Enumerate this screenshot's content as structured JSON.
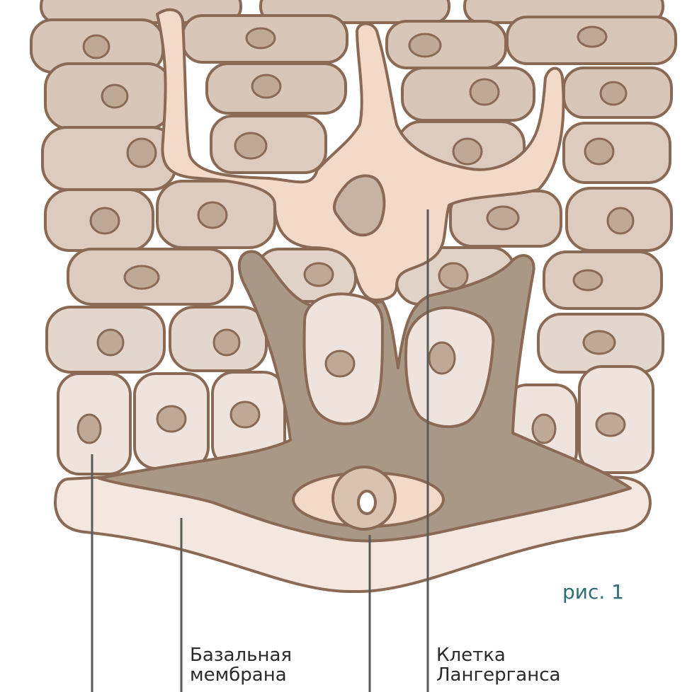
{
  "figure_label": "рис. 1",
  "labels": {
    "basal_membrane": [
      "Базальная",
      "мембрана"
    ],
    "langerhans_cell": [
      "Клетка",
      "Лангерганса"
    ]
  },
  "colors": {
    "outline": "#8a6a55",
    "keratinocyte_upper": "#d8c6b8",
    "keratinocyte_mid": "#e2d6cd",
    "keratinocyte_basal": "#efe4dd",
    "nucleus": "#bfa996",
    "langerhans_cell": "#f3d9c7",
    "melanocyte": "#a99886",
    "basal_membrane": "#f4e7df",
    "leader_line": "#5a5a5a",
    "figure_label": "#2e6e72"
  }
}
